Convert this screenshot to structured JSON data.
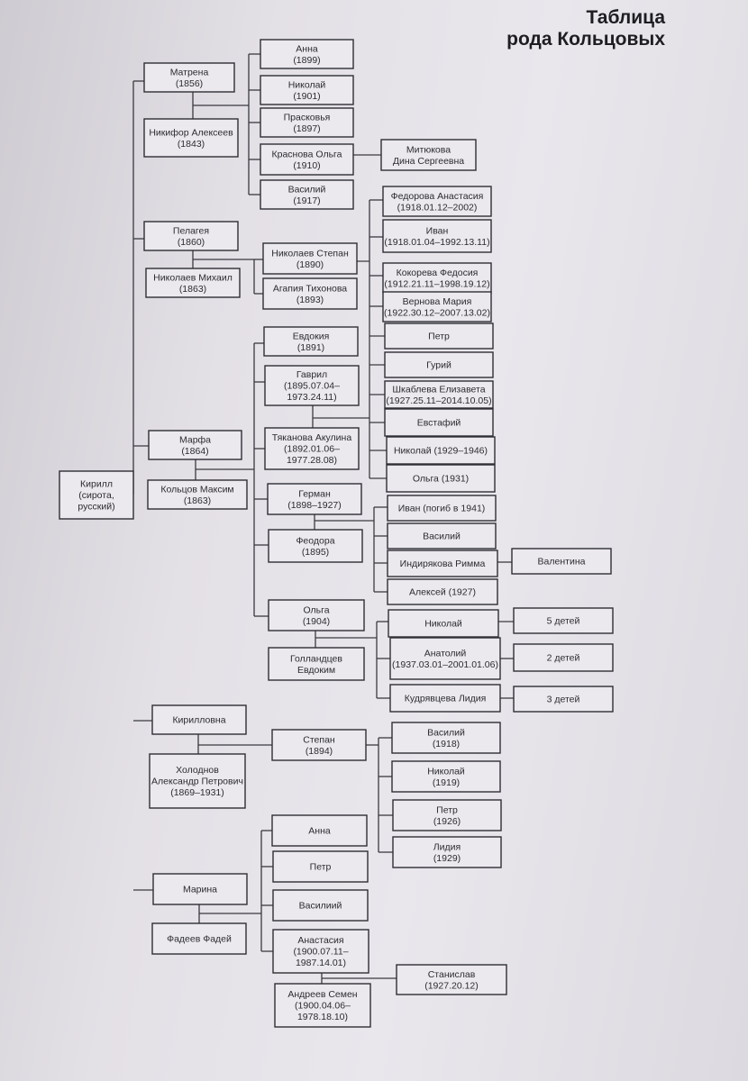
{
  "title": [
    "Таблица",
    "рода Кольцовых"
  ],
  "nodes": [
    {
      "id": "kirill",
      "lines": [
        "Кирилл",
        "(сирота,",
        "русский)"
      ]
    },
    {
      "id": "matrena",
      "lines": [
        "Матрена",
        "(1856)"
      ]
    },
    {
      "id": "nikifor",
      "lines": [
        "Никифор Алексеев",
        "(1843)"
      ]
    },
    {
      "id": "anna1899",
      "lines": [
        "Анна",
        "(1899)"
      ]
    },
    {
      "id": "nikolai1901",
      "lines": [
        "Николай",
        "(1901)"
      ]
    },
    {
      "id": "praskovya",
      "lines": [
        "Прасковья",
        "(1897)"
      ]
    },
    {
      "id": "krasnova",
      "lines": [
        "Краснова Ольга",
        "(1910)"
      ]
    },
    {
      "id": "mityukova",
      "lines": [
        "Митюкова",
        "Дина Сергеевна"
      ]
    },
    {
      "id": "vasiliy1917",
      "lines": [
        "Василий",
        "(1917)"
      ]
    },
    {
      "id": "pelageya",
      "lines": [
        "Пелагея",
        "(1860)"
      ]
    },
    {
      "id": "nikolaev_m",
      "lines": [
        "Николаев Михаил",
        "(1863)"
      ]
    },
    {
      "id": "nikolaev_s",
      "lines": [
        "Николаев Степан",
        "(1890)"
      ]
    },
    {
      "id": "agapiya",
      "lines": [
        "Агапия Тихонова",
        "(1893)"
      ]
    },
    {
      "id": "fedorova",
      "lines": [
        "Федорова Анастасия",
        "(1918.01.12–2002)"
      ]
    },
    {
      "id": "ivan1918",
      "lines": [
        "Иван",
        "(1918.01.04–1992.13.11)"
      ]
    },
    {
      "id": "kokoreva",
      "lines": [
        "Кокорева Федосия",
        "(1912.21.11–1998.19.12)"
      ]
    },
    {
      "id": "vernova",
      "lines": [
        "Вернова Мария",
        "(1922.30.12–2007.13.02)"
      ]
    },
    {
      "id": "petr",
      "lines": [
        "Петр"
      ]
    },
    {
      "id": "guriy",
      "lines": [
        "Гурий"
      ]
    },
    {
      "id": "shkableva",
      "lines": [
        "Шкаблева Елизавета",
        "(1927.25.11–2014.10.05)"
      ]
    },
    {
      "id": "evstafiy",
      "lines": [
        "Евстафий"
      ]
    },
    {
      "id": "nikolai1929",
      "lines": [
        "Николай (1929–1946)"
      ]
    },
    {
      "id": "olga1931",
      "lines": [
        "Ольга (1931)"
      ]
    },
    {
      "id": "evdokiya",
      "lines": [
        "Евдокия",
        "(1891)"
      ]
    },
    {
      "id": "gavril",
      "lines": [
        "Гаврил",
        "(1895.07.04–",
        "1973.24.11)"
      ]
    },
    {
      "id": "tyakanova",
      "lines": [
        "Тяканова Акулина",
        "(1892.01.06–",
        "1977.28.08)"
      ]
    },
    {
      "id": "marfa",
      "lines": [
        "Марфа",
        "(1864)"
      ]
    },
    {
      "id": "koltsov",
      "lines": [
        "Кольцов Максим",
        "(1863)"
      ]
    },
    {
      "id": "german",
      "lines": [
        "Герман",
        "(1898–1927)"
      ]
    },
    {
      "id": "feodora",
      "lines": [
        "Феодора",
        "(1895)"
      ]
    },
    {
      "id": "ivan1941",
      "lines": [
        "Иван (погиб в 1941)"
      ]
    },
    {
      "id": "vasiliy_g",
      "lines": [
        "Василий"
      ]
    },
    {
      "id": "indiryakova",
      "lines": [
        "Индирякова Римма"
      ]
    },
    {
      "id": "valentina",
      "lines": [
        "Валентина"
      ]
    },
    {
      "id": "aleksei1927",
      "lines": [
        "Алексей (1927)"
      ]
    },
    {
      "id": "olga1904",
      "lines": [
        "Ольга",
        "(1904)"
      ]
    },
    {
      "id": "gollandtsev",
      "lines": [
        "Голландцев",
        "Евдоким"
      ]
    },
    {
      "id": "nikolai_o",
      "lines": [
        "Николай"
      ]
    },
    {
      "id": "anatoliy",
      "lines": [
        "Анатолий",
        "(1937.03.01–2001.01.06)"
      ]
    },
    {
      "id": "kudryavtseva",
      "lines": [
        "Кудрявцева Лидия"
      ]
    },
    {
      "id": "kids5",
      "lines": [
        "5 детей"
      ]
    },
    {
      "id": "kids2",
      "lines": [
        "2 детей"
      ]
    },
    {
      "id": "kids3",
      "lines": [
        "3 детей"
      ]
    },
    {
      "id": "kirillovna",
      "lines": [
        "Кирилловна"
      ]
    },
    {
      "id": "kholodnov",
      "lines": [
        "Холоднов",
        "Александр Петрович",
        "(1869–1931)"
      ]
    },
    {
      "id": "stepan1894",
      "lines": [
        "Степан",
        "(1894)"
      ]
    },
    {
      "id": "vasiliy1918",
      "lines": [
        "Василий",
        "(1918)"
      ]
    },
    {
      "id": "nikolai1919",
      "lines": [
        "Николай",
        "(1919)"
      ]
    },
    {
      "id": "petr1926",
      "lines": [
        "Петр",
        "(1926)"
      ]
    },
    {
      "id": "lidiya1929",
      "lines": [
        "Лидия",
        "(1929)"
      ]
    },
    {
      "id": "marina",
      "lines": [
        "Марина"
      ]
    },
    {
      "id": "fadeev",
      "lines": [
        "Фадеев Фадей"
      ]
    },
    {
      "id": "anna_m",
      "lines": [
        "Анна"
      ]
    },
    {
      "id": "petr_m",
      "lines": [
        "Петр"
      ]
    },
    {
      "id": "vasiliy_m",
      "lines": [
        "Василиий"
      ]
    },
    {
      "id": "anastasiya",
      "lines": [
        "Анастасия",
        "(1900.07.11–",
        "1987.14.01)"
      ]
    },
    {
      "id": "andreev",
      "lines": [
        "Андреев Семен",
        "(1900.04.06–",
        "1978.18.10)"
      ]
    },
    {
      "id": "stanislav",
      "lines": [
        "Станислав",
        "(1927.20.12)"
      ]
    }
  ]
}
